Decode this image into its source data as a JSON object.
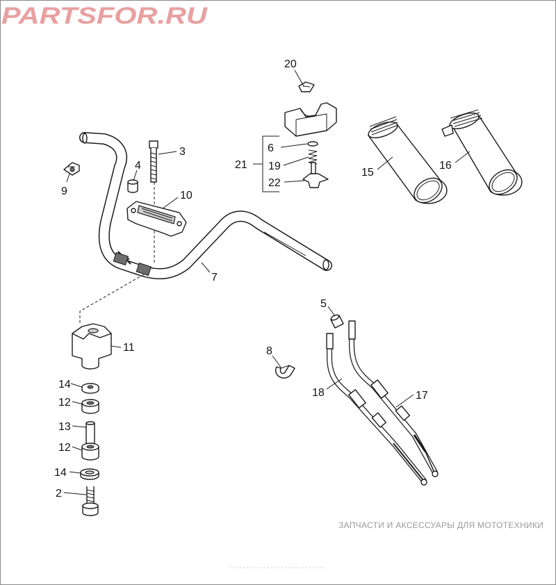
{
  "diagram": {
    "callouts": [
      {
        "id": "c20",
        "label": "20"
      },
      {
        "id": "c6",
        "label": "6"
      },
      {
        "id": "c21",
        "label": "21"
      },
      {
        "id": "c19",
        "label": "19"
      },
      {
        "id": "c22",
        "label": "22"
      },
      {
        "id": "c15",
        "label": "15"
      },
      {
        "id": "c16",
        "label": "16"
      },
      {
        "id": "c3",
        "label": "3"
      },
      {
        "id": "c4",
        "label": "4"
      },
      {
        "id": "c9",
        "label": "9"
      },
      {
        "id": "c10",
        "label": "10"
      },
      {
        "id": "c7",
        "label": "7"
      },
      {
        "id": "c5",
        "label": "5"
      },
      {
        "id": "c11",
        "label": "11"
      },
      {
        "id": "c8",
        "label": "8"
      },
      {
        "id": "c18",
        "label": "18"
      },
      {
        "id": "c17",
        "label": "17"
      },
      {
        "id": "c14a",
        "label": "14"
      },
      {
        "id": "c12a",
        "label": "12"
      },
      {
        "id": "c13",
        "label": "13"
      },
      {
        "id": "c12b",
        "label": "12"
      },
      {
        "id": "c14b",
        "label": "14"
      },
      {
        "id": "c2",
        "label": "2"
      }
    ]
  },
  "watermark": {
    "tagline": "ЗАПЧАСТИ И АКСЕССУАРЫ ДЛЯ МОТОТЕХНИКИ",
    "logo": "PARTSFOR.RU",
    "color": "#e8a0a0"
  }
}
